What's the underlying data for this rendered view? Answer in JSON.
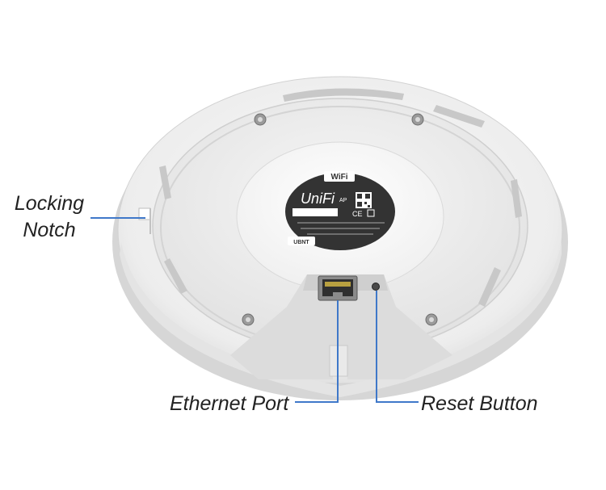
{
  "callouts": {
    "locking_notch_line1": "Locking",
    "locking_notch_line2": "Notch",
    "ethernet_port": "Ethernet Port",
    "reset_button": "Reset Button"
  },
  "label_sticker": {
    "wifi_badge": "WiFi",
    "brand": "UniFi",
    "model": "AP",
    "certs": "CE",
    "logo": "UBNT"
  },
  "colors": {
    "leader_line": "#3f78c9",
    "body": "#eeeeee",
    "sticker": "#333333"
  }
}
